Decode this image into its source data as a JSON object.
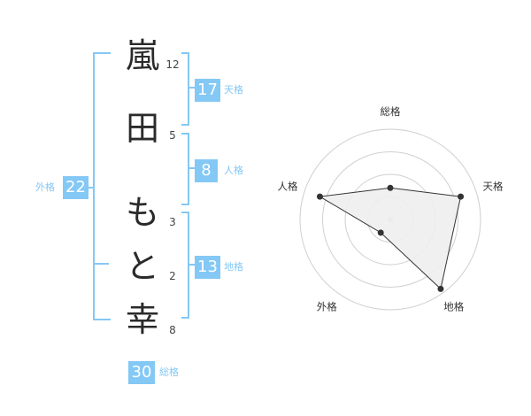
{
  "name": {
    "chars": [
      {
        "char": "嵐",
        "strokes": "12"
      },
      {
        "char": "田",
        "strokes": "5"
      },
      {
        "char": "も",
        "strokes": "3"
      },
      {
        "char": "と",
        "strokes": "2"
      },
      {
        "char": "幸",
        "strokes": "8"
      }
    ]
  },
  "fortunes": {
    "tenkaku": {
      "value": "17",
      "label": "天格"
    },
    "jinkaku": {
      "value": "8",
      "label": "人格"
    },
    "chikaku": {
      "value": "13",
      "label": "地格"
    },
    "gaikaku": {
      "value": "22",
      "label": "外格"
    },
    "soukaku": {
      "value": "30",
      "label": "総格"
    }
  },
  "colors": {
    "accent": "#84c8f5",
    "text": "#2a2a2a",
    "radar_fill": "#eeeeee",
    "radar_line": "#333333",
    "grid": "#d0d0d0"
  },
  "chart_data": {
    "type": "radar",
    "axes": [
      "総格",
      "天格",
      "地格",
      "外格",
      "人格"
    ],
    "series": [
      {
        "values": [
          0.35,
          0.82,
          0.95,
          0.18,
          0.82
        ]
      }
    ],
    "rings": 4,
    "range": [
      0,
      1
    ]
  }
}
